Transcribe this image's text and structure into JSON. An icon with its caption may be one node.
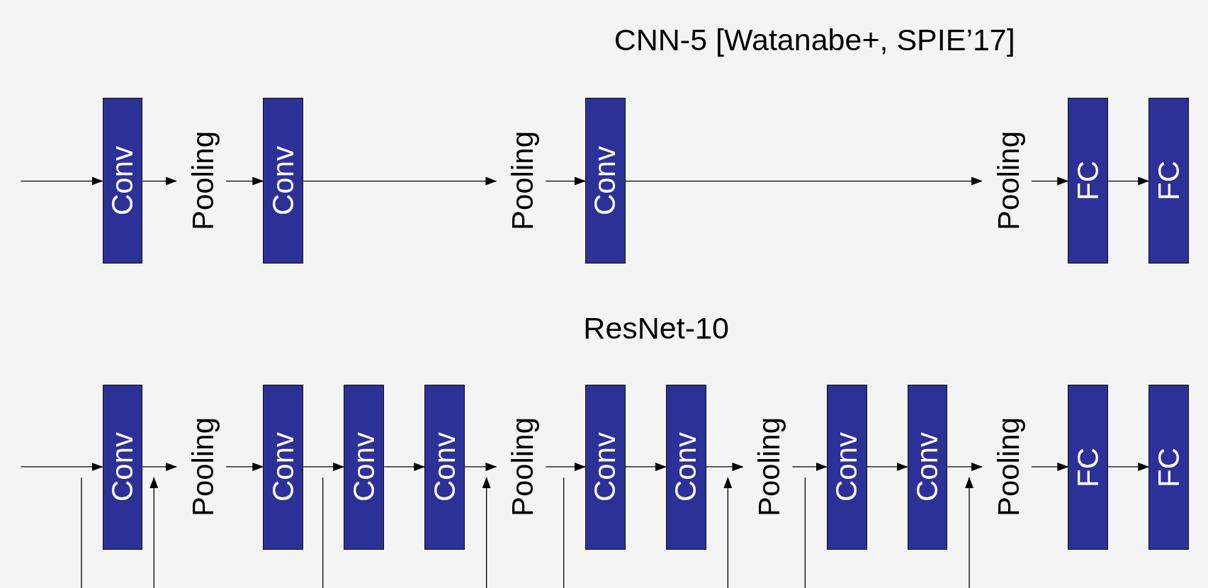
{
  "diagram": {
    "nodes": [
      {
        "text": [
          "Conv"
        ]
      },
      {
        "text": [
          "Pooling"
        ]
      },
      {
        "text": [
          "Conv"
        ]
      },
      {
        "text": [
          "Pooling"
        ]
      },
      {
        "text": [
          "Conv"
        ]
      },
      {
        "text": [
          "Pooling"
        ]
      },
      {
        "text": [
          "FC"
        ]
      },
      {
        "text": [
          "FC"
        ]
      },
      {
        "text": [
          "Conv"
        ]
      },
      {
        "text": [
          "Pooling"
        ]
      },
      {
        "text": [
          "Conv"
        ]
      },
      {
        "text": [
          "Conv"
        ]
      },
      {
        "text": [
          "Conv"
        ]
      },
      {
        "text": [
          "Pooling"
        ]
      },
      {
        "text": [
          "Conv"
        ]
      },
      {
        "text": [
          "Conv"
        ]
      },
      {
        "text": [
          "Pooling"
        ]
      },
      {
        "text": [
          "Conv"
        ]
      },
      {
        "text": [
          "Conv"
        ]
      },
      {
        "text": [
          "Pooling"
        ]
      },
      {
        "text": [
          "FC"
        ]
      },
      {
        "text": [
          "FC"
        ]
      }
    ],
    "edges": [
      {
        "from": null,
        "to": 0,
        "arrow": "to"
      },
      {
        "from": 0,
        "to": 1,
        "arrow": "to"
      },
      {
        "from": 1,
        "to": 2,
        "arrow": "to"
      },
      {
        "from": 2,
        "to": 3,
        "arrow": "to"
      },
      {
        "from": 3,
        "to": 4,
        "arrow": "to"
      },
      {
        "from": 4,
        "to": 5,
        "arrow": "to"
      },
      {
        "from": 5,
        "to": 6,
        "arrow": "to"
      },
      {
        "from": 6,
        "to": 7,
        "arrow": "to"
      },
      {
        "from": null,
        "to": 8,
        "arrow": "to"
      },
      {
        "from": 8,
        "to": 9,
        "arrow": "to"
      },
      {
        "from": 9,
        "to": 10,
        "arrow": "to"
      },
      {
        "from": 10,
        "to": 11,
        "arrow": "to"
      },
      {
        "from": 11,
        "to": 12,
        "arrow": "to"
      },
      {
        "from": 12,
        "to": 13,
        "arrow": "to"
      },
      {
        "from": 13,
        "to": 14,
        "arrow": "to"
      },
      {
        "from": 14,
        "to": 15,
        "arrow": "to"
      },
      {
        "from": 15,
        "to": 16,
        "arrow": "to"
      },
      {
        "from": 16,
        "to": 17,
        "arrow": "to"
      },
      {
        "from": 17,
        "to": 18,
        "arrow": "to"
      },
      {
        "from": 18,
        "to": 19,
        "arrow": "to"
      },
      {
        "from": 19,
        "to": 20,
        "arrow": "to"
      },
      {
        "from": 20,
        "to": 21,
        "arrow": "to"
      },
      {
        "from": null,
        "to": 9,
        "arrow": "to"
      },
      {
        "from": null,
        "to": 13,
        "arrow": "to"
      },
      {
        "from": 13,
        "to": 16,
        "arrow": "to"
      },
      {
        "from": 16,
        "to": 19,
        "arrow": "to"
      }
    ],
    "labels": [
      "CNN-5 [Watanabe+, SPIE’17]",
      "ResNet-10"
    ]
  }
}
